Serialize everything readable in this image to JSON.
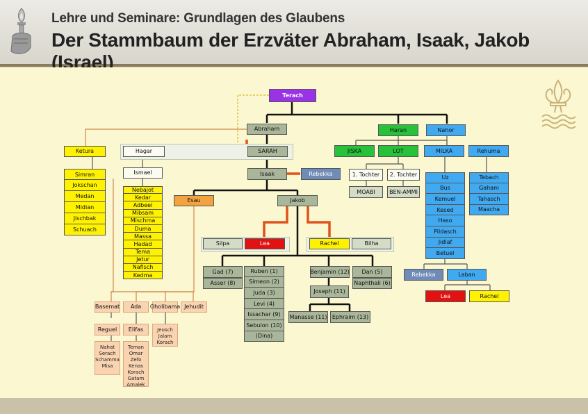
{
  "header": {
    "subtitle": "Lehre und Seminare: Grundlagen des Glaubens",
    "title": "Der Stammbaum der Erzväter Abraham, Isaak, Jakob (Israel)"
  },
  "colors": {
    "header_band": "#8c7a5e",
    "panel": "#fbf7d0",
    "purple": "#9a32e6",
    "green": "#27c13a",
    "blue": "#40a9f0",
    "yellow": "#fff200",
    "red": "#e21212",
    "orange": "#f2a340",
    "grey_green": "#aab69a"
  },
  "tree": {
    "terach": "Terach",
    "abraham": "Abraham",
    "haran": "Haran",
    "nahor": "Nahor",
    "ketura": "Ketura",
    "hagar": "Hagar",
    "sarah": "SARAH",
    "jiska": "JISKA",
    "lot": "LOT",
    "milka": "MILKA",
    "rehuma": "Rehuma",
    "ketura_sons": [
      "Simran",
      "Jokschan",
      "Medan",
      "Midian",
      "Jischbak",
      "Schuach"
    ],
    "ismael": "Ismael",
    "ismael_sons": [
      "Nebajot",
      "Kedar",
      "Adbeel",
      "Mibsam",
      "Mischma",
      "Duma",
      "Massa",
      "Hadad",
      "Tema",
      "Jetur",
      "Nafisch",
      "Kedma"
    ],
    "isaak": "Isaak",
    "rebekka": "Rebekka",
    "tochter1": "1. Tochter",
    "tochter2": "2. Tochter",
    "moabi": "MOABI",
    "ben_ammi": "BEN-AMMI",
    "milka_sons": [
      "Uz",
      "Bus",
      "Kemuel",
      "Kesed",
      "Haso",
      "Pildasch",
      "Jidlaf",
      "Betuel"
    ],
    "rehuma_sons": [
      "Tebach",
      "Gaham",
      "Tahasch",
      "Maacha"
    ],
    "esau": "Esau",
    "jakob": "Jakob",
    "silpa": "Silpa",
    "lea": "Lea",
    "rachel": "Rachel",
    "bilha": "Bilha",
    "gad": "Gad (7)",
    "asser": "Asser (8)",
    "lea_sons": [
      "Ruben (1)",
      "Simeon (2)",
      "Juda (3)",
      "Levi (4)",
      "Issachar (9)",
      "Sebulon (10)",
      "(Dina)"
    ],
    "benjamin": "Benjamin (12)",
    "joseph": "Joseph (11)",
    "manasse": "Manasse (11)",
    "ephraim": "Ephraim (13)",
    "dan": "Dan (5)",
    "naphthali": "Naphthali (6)",
    "rebekka2": "Rebekka",
    "laban": "Laban",
    "lea2": "Lea",
    "rachel2": "Rachel",
    "basemat": "Basemat",
    "ada": "Ada",
    "oholibama": "Oholibama",
    "jehudit": "Jehudit",
    "reguel": "Reguel",
    "elifas": "Elifas",
    "oholibama_sons": [
      "Jeusch",
      "Jalam",
      "Korach"
    ],
    "reguel_sons": [
      "Nahat",
      "Serach",
      "Schamma",
      "Misa"
    ],
    "elifas_sons": [
      "Teman",
      "Omar",
      "Zefo",
      "Kenas",
      "Korach",
      "Gatam",
      "Amalek"
    ]
  }
}
